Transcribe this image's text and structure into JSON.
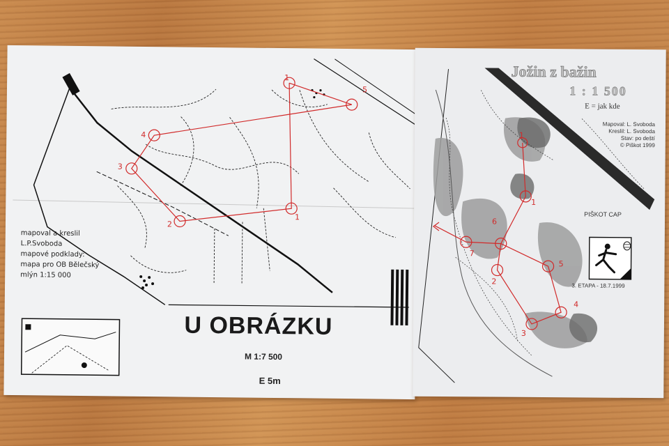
{
  "left_map": {
    "credits": [
      "mapoval a kreslil",
      "L.P.Svoboda",
      "mapové podklady:",
      "mapa pro OB Bělečský",
      "mlýn 1:15 000"
    ],
    "title": "U OBRÁZKU",
    "scale": "M  1:7 500",
    "equidistance": "E 5m",
    "control_numbers": [
      "1",
      "2",
      "3",
      "4",
      "5"
    ]
  },
  "right_map": {
    "title": "Jožin z bažin",
    "scale": "1 : 1 500",
    "equidistance": "E = jak kde",
    "credits": [
      "Mapoval: L. Svoboda",
      "Kreslil: L. Svoboda",
      "Stav: po deští",
      "© Piškot 1999"
    ],
    "club": "PIŠKOT CAP",
    "stage": "3. ETAPA - 18.7.1999",
    "control_numbers": [
      "1",
      "2",
      "3",
      "4",
      "5",
      "6",
      "7"
    ]
  },
  "colors": {
    "course_red": "#d12a2a",
    "map_ink": "#1a1a1a",
    "paper": "#f1f2f3",
    "table_wood": "#c98a4e"
  }
}
